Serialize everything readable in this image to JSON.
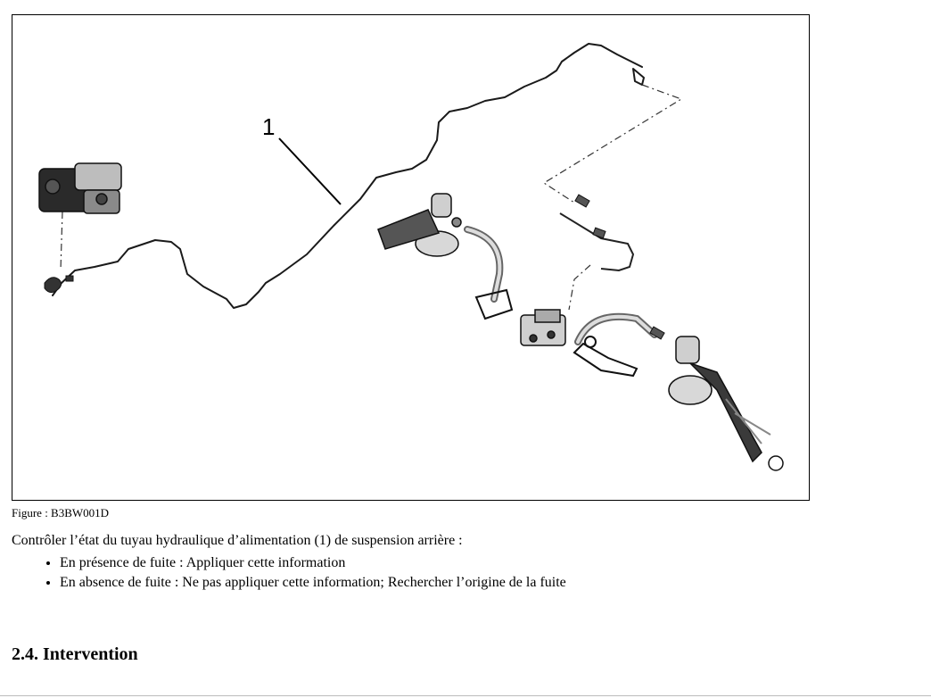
{
  "figure": {
    "callout_number": "1",
    "caption": "Figure : B3BW001D"
  },
  "body": {
    "paragraph": "Contrôler l’état du tuyau hydraulique d’alimentation (1) de suspension arrière :",
    "bullets": [
      "En présence de fuite : Appliquer cette information",
      "En absence de fuite : Ne pas appliquer cette information; Rechercher l’origine de la fuite"
    ]
  },
  "section": {
    "heading": "2.4. Intervention"
  }
}
